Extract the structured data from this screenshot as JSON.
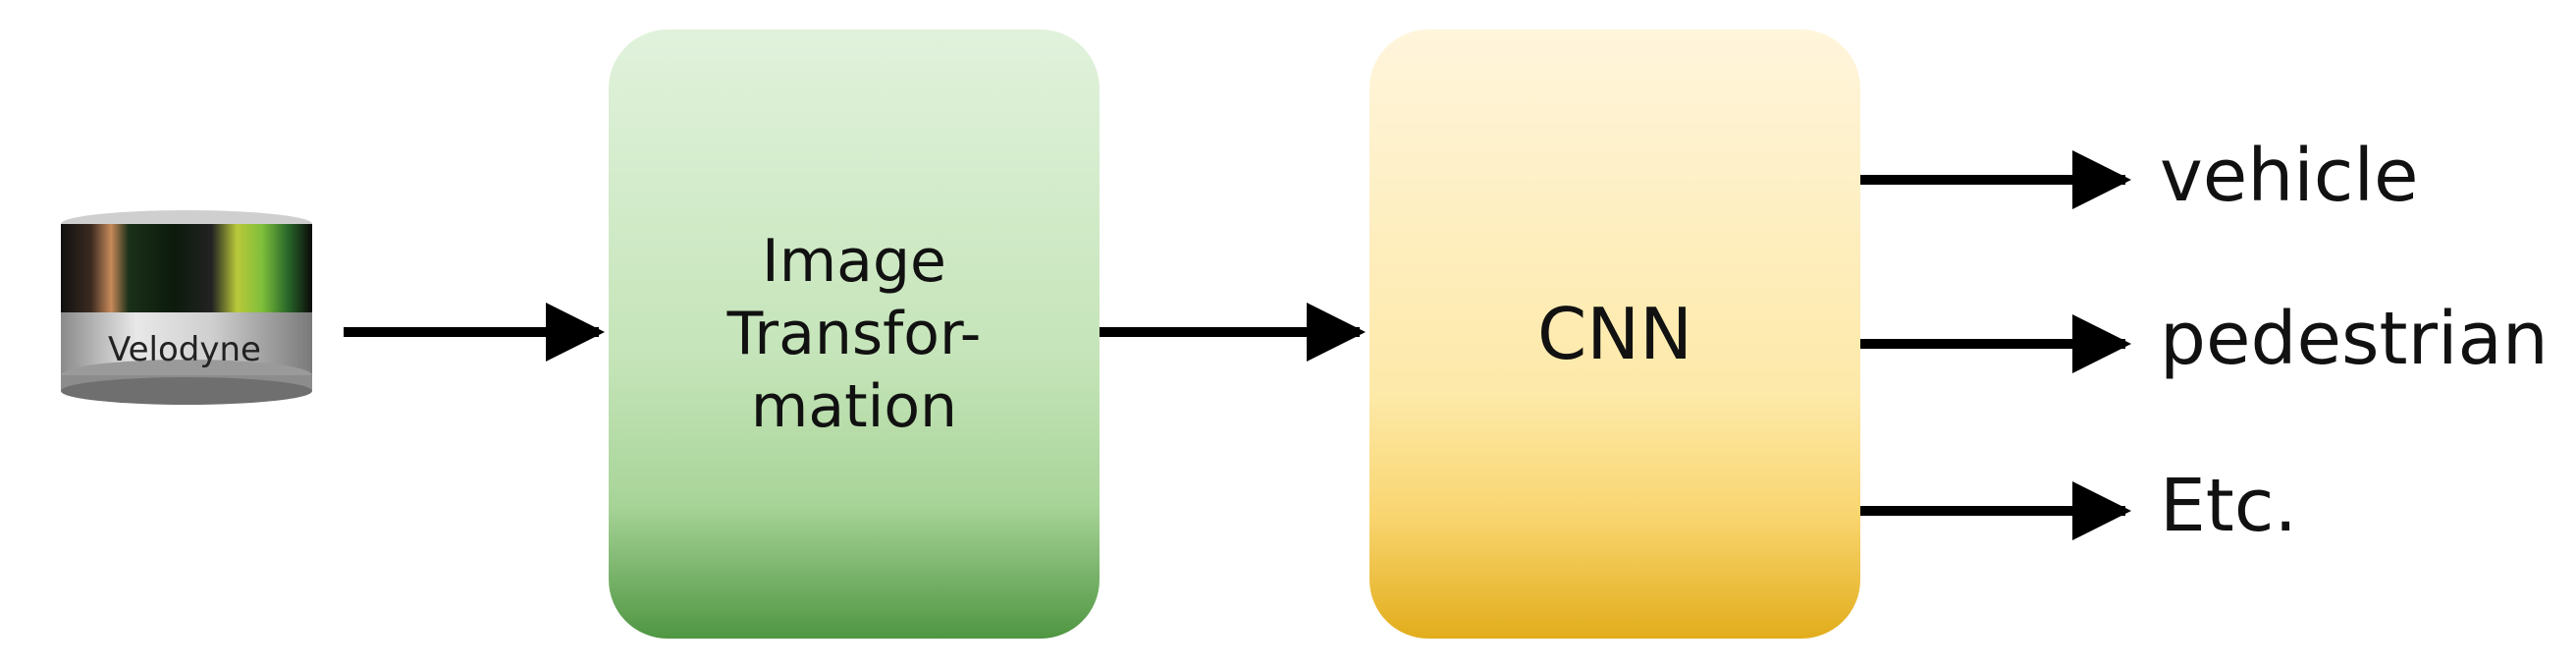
{
  "sensor": {
    "brand": "Velodyne"
  },
  "boxes": {
    "transform": {
      "lines": [
        "Image",
        "Transfor-",
        "mation"
      ]
    },
    "cnn": {
      "label": "CNN"
    }
  },
  "outputs": [
    "vehicle",
    "pedestrian",
    "Etc."
  ],
  "colors": {
    "transform_top": "#e1f2dc",
    "transform_mid": "#b9dfae",
    "transform_bottom": "#4f9642",
    "cnn_top": "#fff5dc",
    "cnn_mid": "#fbe59a",
    "cnn_bottom": "#e2ad1c",
    "arrow": "#000000"
  }
}
